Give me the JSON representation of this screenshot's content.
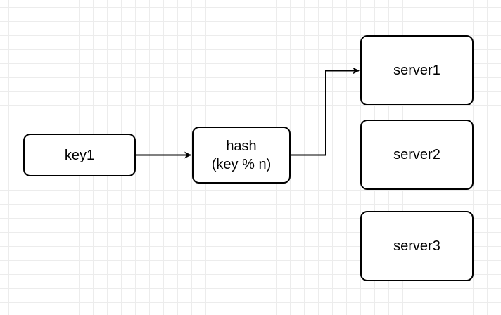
{
  "diagram": {
    "nodes": {
      "key1": {
        "label": "key1"
      },
      "hash": {
        "label_line1": "hash",
        "label_line2": "(key % n)"
      },
      "server1": {
        "label": "server1"
      },
      "server2": {
        "label": "server2"
      },
      "server3": {
        "label": "server3"
      }
    },
    "edges": [
      {
        "from": "key1",
        "to": "hash"
      },
      {
        "from": "hash",
        "to": "server1"
      }
    ],
    "colors": {
      "stroke": "#000000",
      "node_fill": "#ffffff",
      "grid": "#d9d9d9"
    }
  }
}
